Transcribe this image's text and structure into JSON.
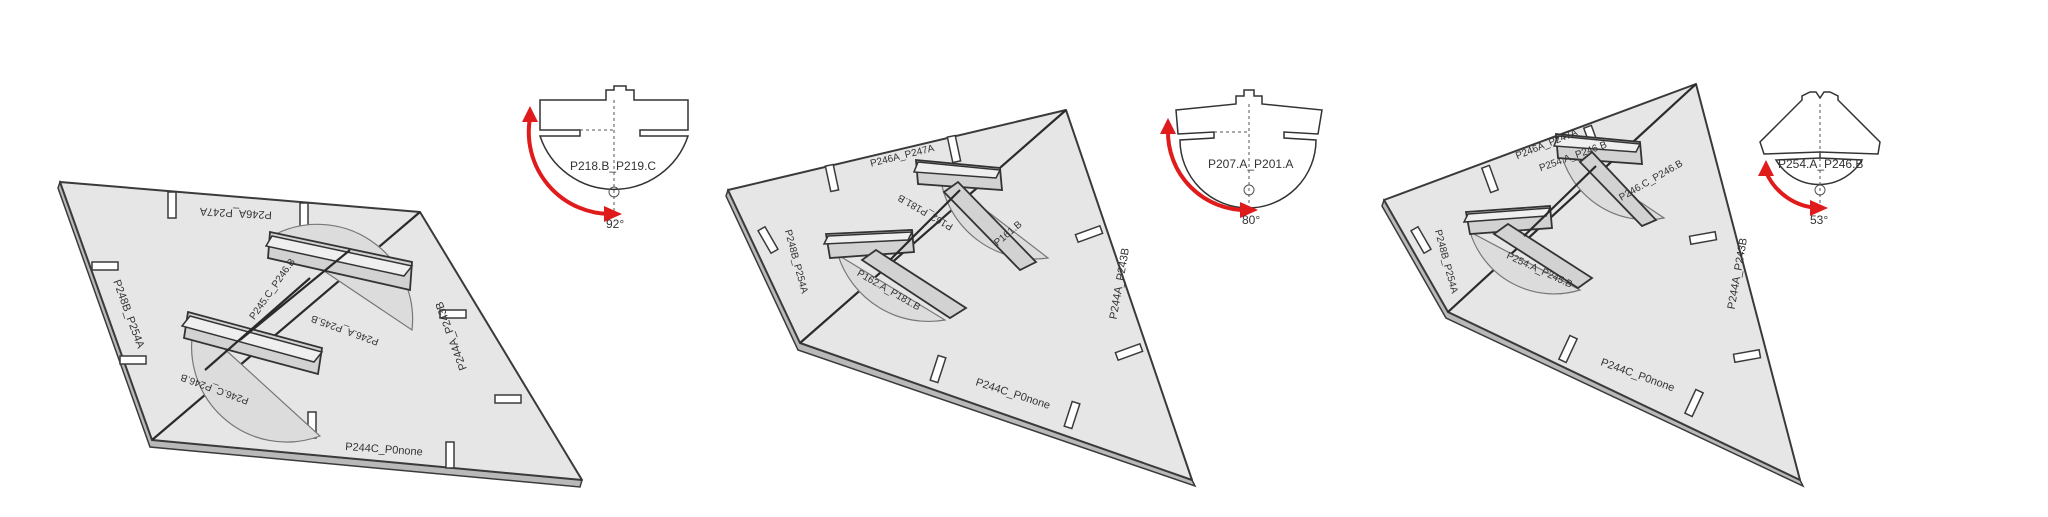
{
  "assemblies": [
    {
      "plate_labels": [
        "P246A_P247A",
        "P248B_P254A",
        "P244A_P243B",
        "P244C_P0none"
      ],
      "fin_labels": [
        "P245.C_P246.B",
        "P246.A_P245.B",
        "P246.C_P246.B"
      ],
      "profile_label": "P218.B_P219.C",
      "angle": "92°",
      "angle_value_deg": 92
    },
    {
      "plate_labels": [
        "P246A_P247A",
        "P248B_P254A",
        "P244A_P243B",
        "P244C_P0none"
      ],
      "fin_labels": [
        "P162.A_P181.B",
        "P162_P181.B",
        "P161.B"
      ],
      "profile_label": "P207.A_P201.A",
      "angle": "80°",
      "angle_value_deg": 80
    },
    {
      "plate_labels": [
        "P246A_P247A",
        "P248B_P254A",
        "P244A_P243B",
        "P244C_P0none"
      ],
      "fin_labels": [
        "P254.A_P246.B",
        "P254.A_P245.B",
        "P246.C_P246.B"
      ],
      "profile_label": "P254.A_P246.B",
      "angle": "53°",
      "angle_value_deg": 53
    }
  ],
  "colors": {
    "accent": "#e01b1b",
    "plate": "#e6e6e6",
    "outline": "#3a3a3a"
  }
}
